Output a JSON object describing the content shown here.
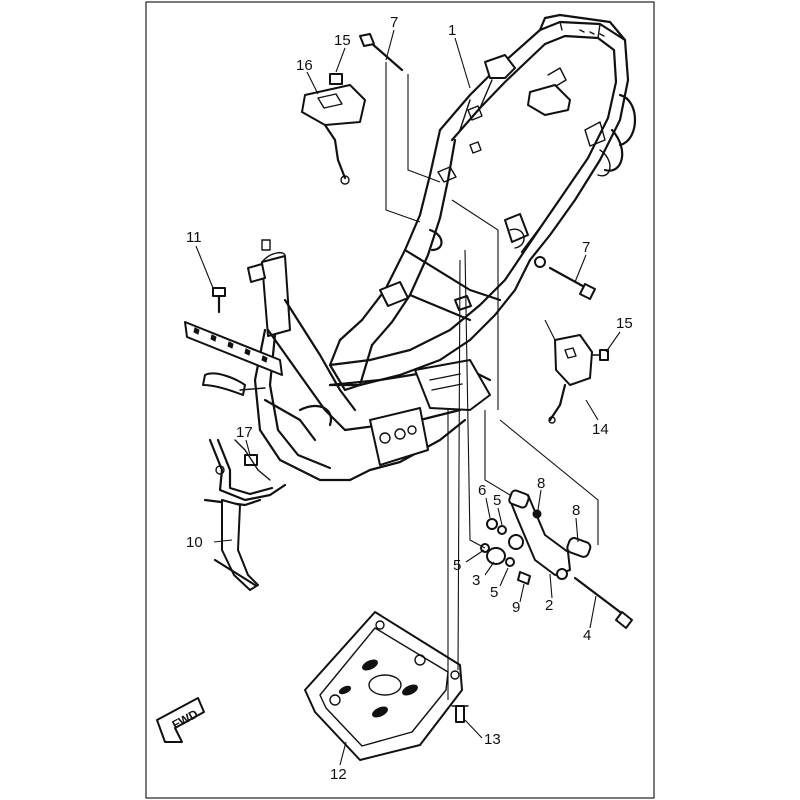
{
  "callouts": {
    "c1": "1",
    "c2": "2",
    "c3": "3",
    "c4": "4",
    "c5a": "5",
    "c5b": "5",
    "c5c": "5",
    "c6": "6",
    "c7a": "7",
    "c7b": "7",
    "c8a": "8",
    "c8b": "8",
    "c9": "9",
    "c10": "10",
    "c11": "11",
    "c12": "12",
    "c13": "13",
    "c14": "14",
    "c15a": "15",
    "c15b": "15",
    "c16": "16",
    "c17": "17"
  },
  "fwd_label": "FWD"
}
